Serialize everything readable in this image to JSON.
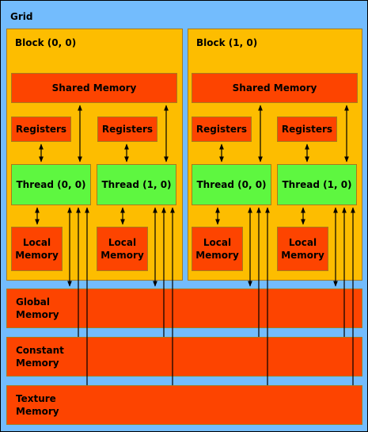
{
  "grid": {
    "label": "Grid"
  },
  "blocks": [
    {
      "label": "Block (0, 0)",
      "shared_memory": "Shared Memory",
      "threads": [
        {
          "registers": "Registers",
          "thread": "Thread (0, 0)",
          "local_memory": "Local\nMemory"
        },
        {
          "registers": "Registers",
          "thread": "Thread (1, 0)",
          "local_memory": "Local\nMemory"
        }
      ]
    },
    {
      "label": "Block (1, 0)",
      "shared_memory": "Shared Memory",
      "threads": [
        {
          "registers": "Registers",
          "thread": "Thread (0, 0)",
          "local_memory": "Local\nMemory"
        },
        {
          "registers": "Registers",
          "thread": "Thread (1, 0)",
          "local_memory": "Local\nMemory"
        }
      ]
    }
  ],
  "global_memory": "Global\nMemory",
  "constant_memory": "Constant\nMemory",
  "texture_memory": "Texture\nMemory",
  "colors": {
    "grid": "#73bcfd",
    "block": "#fdbd00",
    "memory": "#fd4400",
    "thread": "#5ef740"
  }
}
